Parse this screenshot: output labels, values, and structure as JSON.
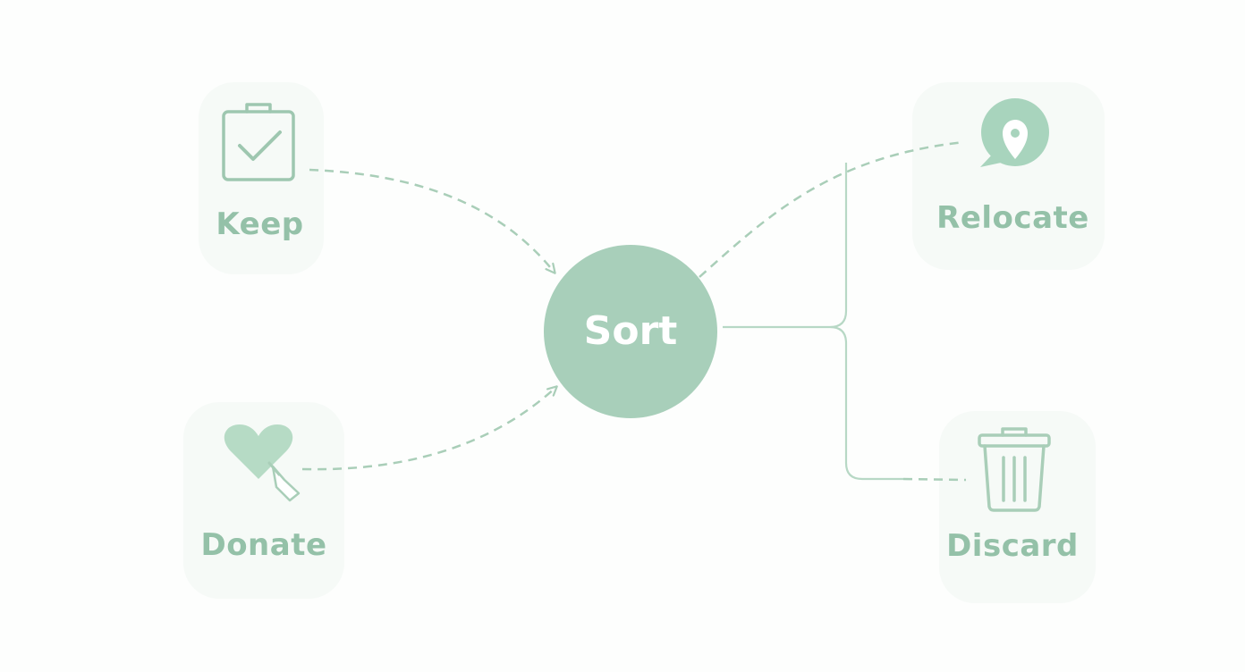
{
  "center": {
    "label": "Sort"
  },
  "nodes": {
    "keep": {
      "label": "Keep",
      "icon": "clipboard-check-icon"
    },
    "donate": {
      "label": "Donate",
      "icon": "heart-hand-icon"
    },
    "relocate": {
      "label": "Relocate",
      "icon": "location-pin-icon"
    },
    "discard": {
      "label": "Discard",
      "icon": "trash-bin-icon"
    }
  },
  "colors": {
    "accent": "#a8cfba",
    "stroke": "#a9ceb8",
    "label": "#94c1a8",
    "background": "#fdfefd"
  }
}
